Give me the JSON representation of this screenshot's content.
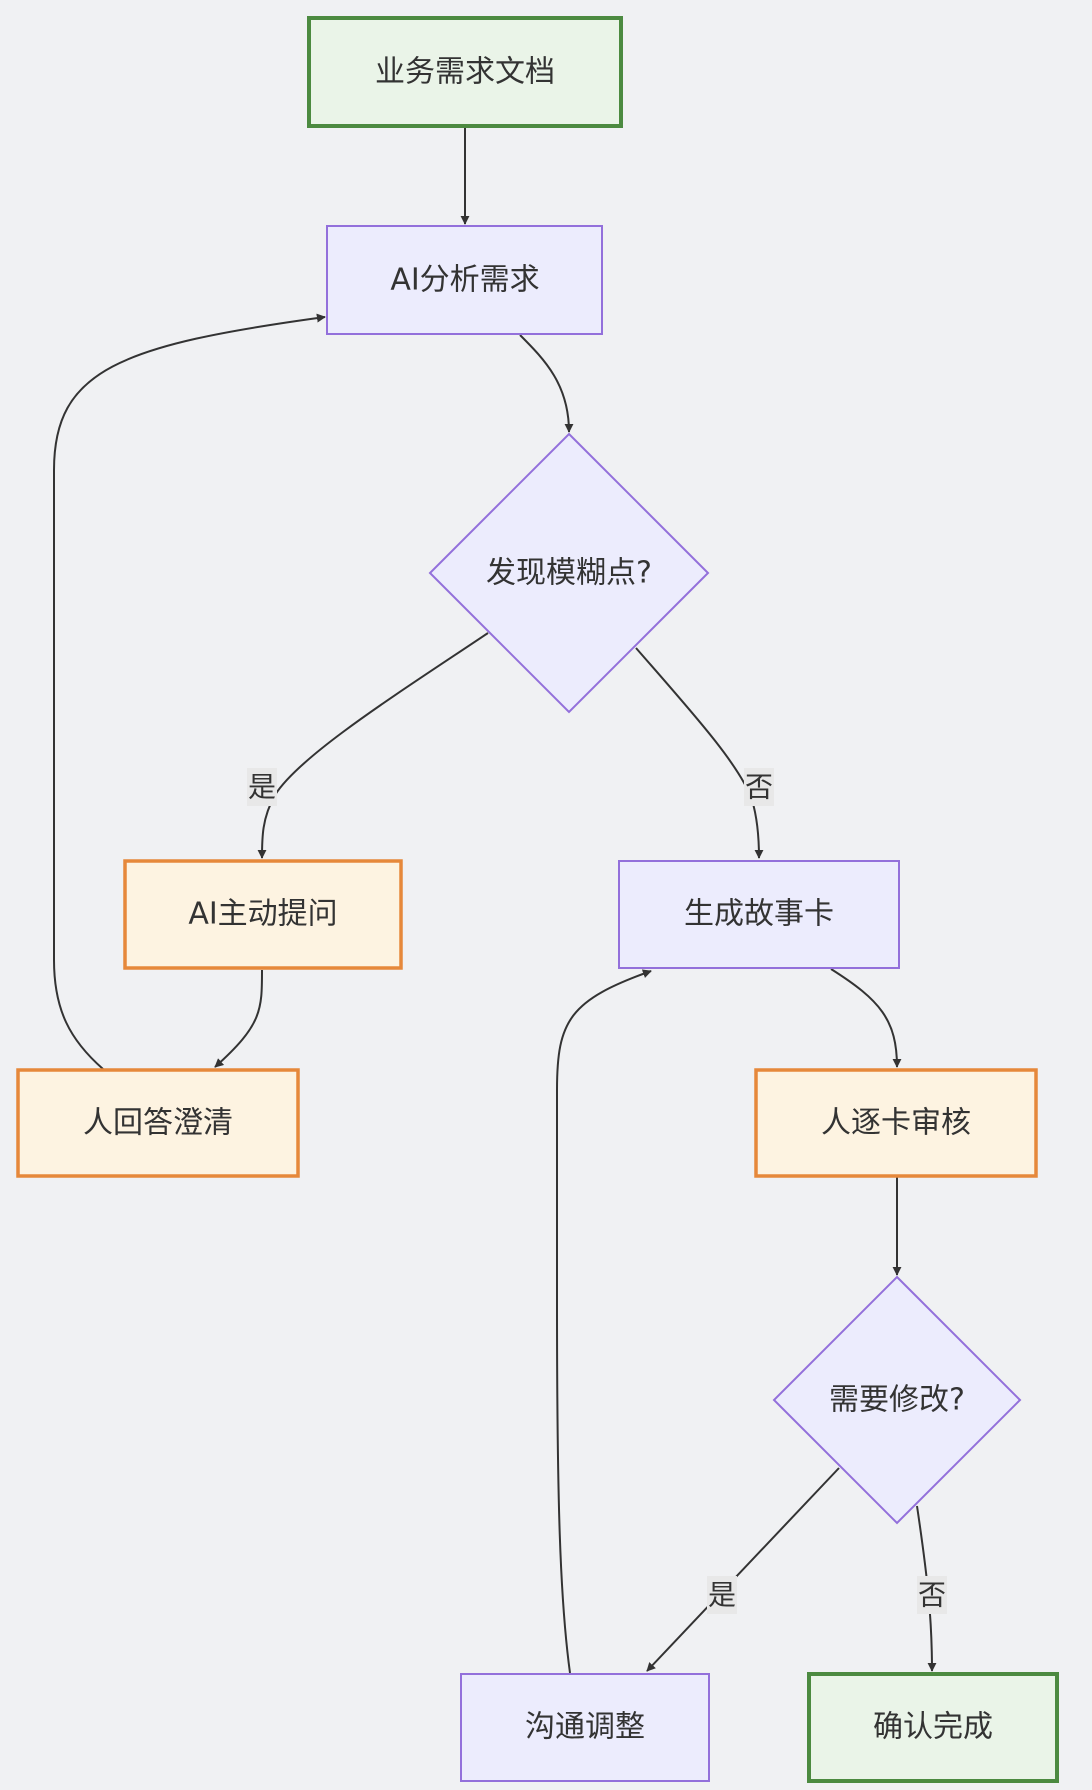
{
  "diagram": {
    "type": "flowchart",
    "colors": {
      "background": "#f0f1f3",
      "process_fill": "#ececfd",
      "process_stroke": "#9370db",
      "human_fill": "#fdf3e1",
      "human_stroke": "#e6883a",
      "terminal_fill": "#eaf4e8",
      "terminal_stroke": "#4c8a40",
      "edge": "#333333"
    },
    "nodes": {
      "doc": {
        "label": "业务需求文档",
        "kind": "terminal"
      },
      "analyze": {
        "label": "AI分析需求",
        "kind": "process"
      },
      "ambiguity": {
        "label": "发现模糊点?",
        "kind": "decision"
      },
      "ask": {
        "label": "AI主动提问",
        "kind": "human"
      },
      "answer": {
        "label": "人回答澄清",
        "kind": "human"
      },
      "generate": {
        "label": "生成故事卡",
        "kind": "process"
      },
      "review": {
        "label": "人逐卡审核",
        "kind": "human"
      },
      "modify": {
        "label": "需要修改?",
        "kind": "decision"
      },
      "adjust": {
        "label": "沟通调整",
        "kind": "process"
      },
      "done": {
        "label": "确认完成",
        "kind": "terminal"
      }
    },
    "edges": [
      {
        "from": "doc",
        "to": "analyze",
        "label": ""
      },
      {
        "from": "analyze",
        "to": "ambiguity",
        "label": ""
      },
      {
        "from": "ambiguity",
        "to": "ask",
        "label": "是"
      },
      {
        "from": "ambiguity",
        "to": "generate",
        "label": "否"
      },
      {
        "from": "ask",
        "to": "answer",
        "label": ""
      },
      {
        "from": "answer",
        "to": "analyze",
        "label": ""
      },
      {
        "from": "generate",
        "to": "review",
        "label": ""
      },
      {
        "from": "review",
        "to": "modify",
        "label": ""
      },
      {
        "from": "modify",
        "to": "adjust",
        "label": "是"
      },
      {
        "from": "modify",
        "to": "done",
        "label": "否"
      },
      {
        "from": "adjust",
        "to": "generate",
        "label": ""
      }
    ],
    "edge_labels": {
      "ambiguity_yes": "是",
      "ambiguity_no": "否",
      "modify_yes": "是",
      "modify_no": "否"
    }
  }
}
